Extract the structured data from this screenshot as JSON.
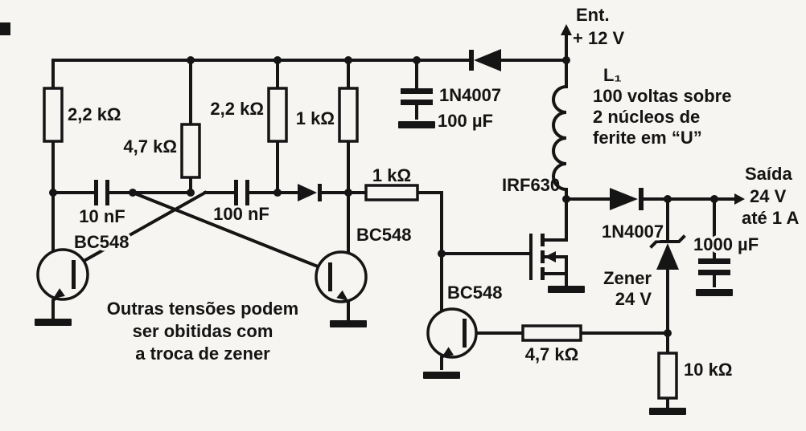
{
  "schematic": {
    "input": {
      "terminal": "Ent.",
      "voltage": "+ 12 V"
    },
    "output": {
      "terminal": "Saída",
      "voltage": "24 V",
      "current": "até 1 A"
    },
    "inductor": {
      "name": "L₁",
      "desc_line1": "100 voltas sobre",
      "desc_line2": "2 núcleos de",
      "desc_line3": "ferite em “U”"
    },
    "resistors": {
      "r1": "2,2 kΩ",
      "r2": "4,7 kΩ",
      "r3": "2,2 kΩ",
      "r4": "1 kΩ",
      "r5": "1 kΩ",
      "r6": "4,7 kΩ",
      "r7": "10 kΩ"
    },
    "capacitors": {
      "c1": "10 nF",
      "c2": "100 nF",
      "c3": "100 µF",
      "c4": "1000 µF"
    },
    "diodes": {
      "d1": "1N4007",
      "d2": "1N4007"
    },
    "zener": {
      "name": "Zener",
      "voltage": "24 V"
    },
    "transistors": {
      "q1": "BC548",
      "q2": "BC548",
      "q3": "BC548",
      "q4": "IRF630"
    },
    "note": {
      "line1": "Outras tensões podem",
      "line2": "ser obitidas com",
      "line3": "a troca de zener"
    }
  }
}
